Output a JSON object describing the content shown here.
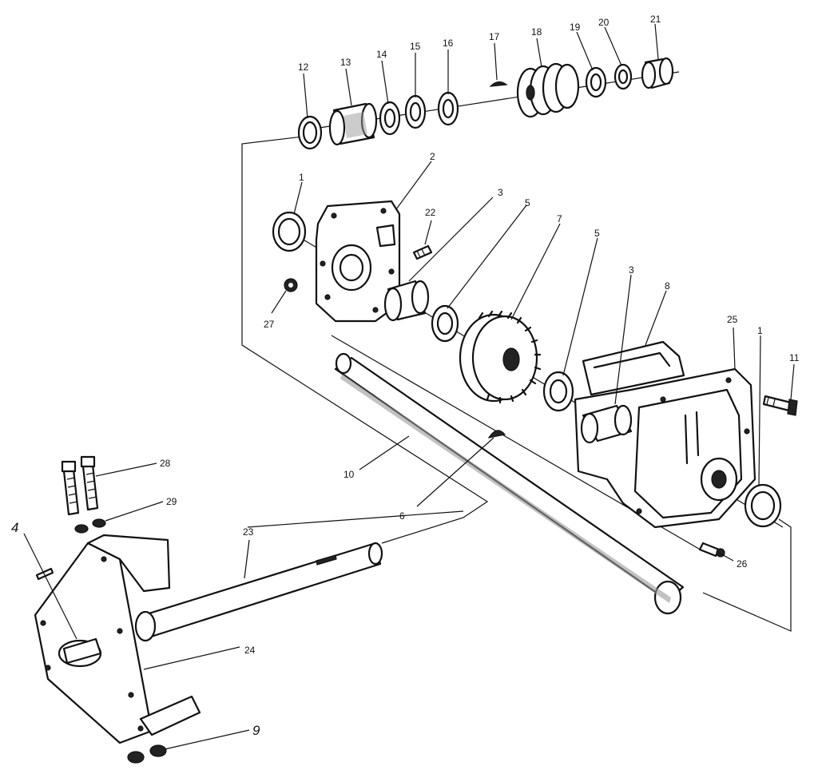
{
  "diagram": {
    "callouts": [
      {
        "id": "c12",
        "text": "12"
      },
      {
        "id": "c13",
        "text": "13"
      },
      {
        "id": "c14",
        "text": "14"
      },
      {
        "id": "c15",
        "text": "15"
      },
      {
        "id": "c16",
        "text": "16"
      },
      {
        "id": "c17",
        "text": "17"
      },
      {
        "id": "c18",
        "text": "18"
      },
      {
        "id": "c19",
        "text": "19"
      },
      {
        "id": "c20",
        "text": "20"
      },
      {
        "id": "c21",
        "text": "21"
      },
      {
        "id": "c2",
        "text": "2"
      },
      {
        "id": "c1a",
        "text": "1"
      },
      {
        "id": "c3a",
        "text": "3"
      },
      {
        "id": "c5a",
        "text": "5"
      },
      {
        "id": "c22",
        "text": "22"
      },
      {
        "id": "c7",
        "text": "7"
      },
      {
        "id": "c5b",
        "text": "5"
      },
      {
        "id": "c3b",
        "text": "3"
      },
      {
        "id": "c8",
        "text": "8"
      },
      {
        "id": "c25",
        "text": "25"
      },
      {
        "id": "c1b",
        "text": "1"
      },
      {
        "id": "c11",
        "text": "11"
      },
      {
        "id": "c27",
        "text": "27"
      },
      {
        "id": "c10",
        "text": "10"
      },
      {
        "id": "c6",
        "text": "6"
      },
      {
        "id": "c26",
        "text": "26"
      },
      {
        "id": "c28",
        "text": "28"
      },
      {
        "id": "c29",
        "text": "29"
      },
      {
        "id": "c4",
        "text": "4"
      },
      {
        "id": "c23",
        "text": "23"
      },
      {
        "id": "c24",
        "text": "24"
      },
      {
        "id": "c9",
        "text": "9"
      }
    ]
  }
}
